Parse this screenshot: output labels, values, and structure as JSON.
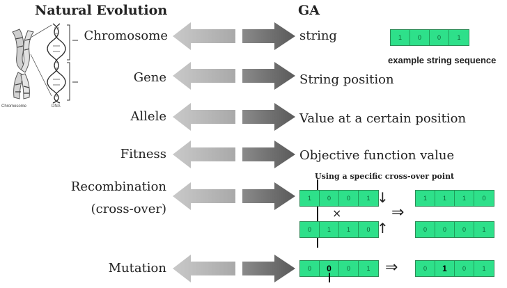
{
  "headers": {
    "left": "Natural Evolution",
    "right": "GA"
  },
  "rows": [
    {
      "term": "Chromosome",
      "ga": "string"
    },
    {
      "term": "Gene",
      "ga": "String position"
    },
    {
      "term": "Allele",
      "ga": "Value at a certain position"
    },
    {
      "term": "Fitness",
      "ga": "Objective function value"
    },
    {
      "term": "Recombination",
      "term2": "(cross-over)",
      "ga": ""
    },
    {
      "term": "Mutation",
      "ga": ""
    }
  ],
  "illustration": {
    "chromosome_label": "Chromosome",
    "dna_label": "DNA"
  },
  "example": {
    "bits": [
      "1",
      "0",
      "0",
      "1"
    ],
    "caption": "example string sequence"
  },
  "crossover": {
    "caption": "Using a specific cross-over point",
    "parent1": [
      "1",
      "0",
      "0",
      "1"
    ],
    "parent2": [
      "0",
      "1",
      "1",
      "0"
    ],
    "child1": [
      "1",
      "1",
      "1",
      "0"
    ],
    "child2": [
      "0",
      "0",
      "0",
      "1"
    ],
    "cross_symbol": "×",
    "down_arrow": "↓",
    "up_arrow": "↑",
    "implies": "⇒"
  },
  "mutation": {
    "before": [
      "0",
      "0",
      "0",
      "1"
    ],
    "after": [
      "0",
      "1",
      "0",
      "1"
    ],
    "implies": "⇒"
  },
  "colors": {
    "bit_fill": "#2ee08a",
    "arrow_left": "#bdbdbd",
    "arrow_right": "#6f6f6f"
  }
}
